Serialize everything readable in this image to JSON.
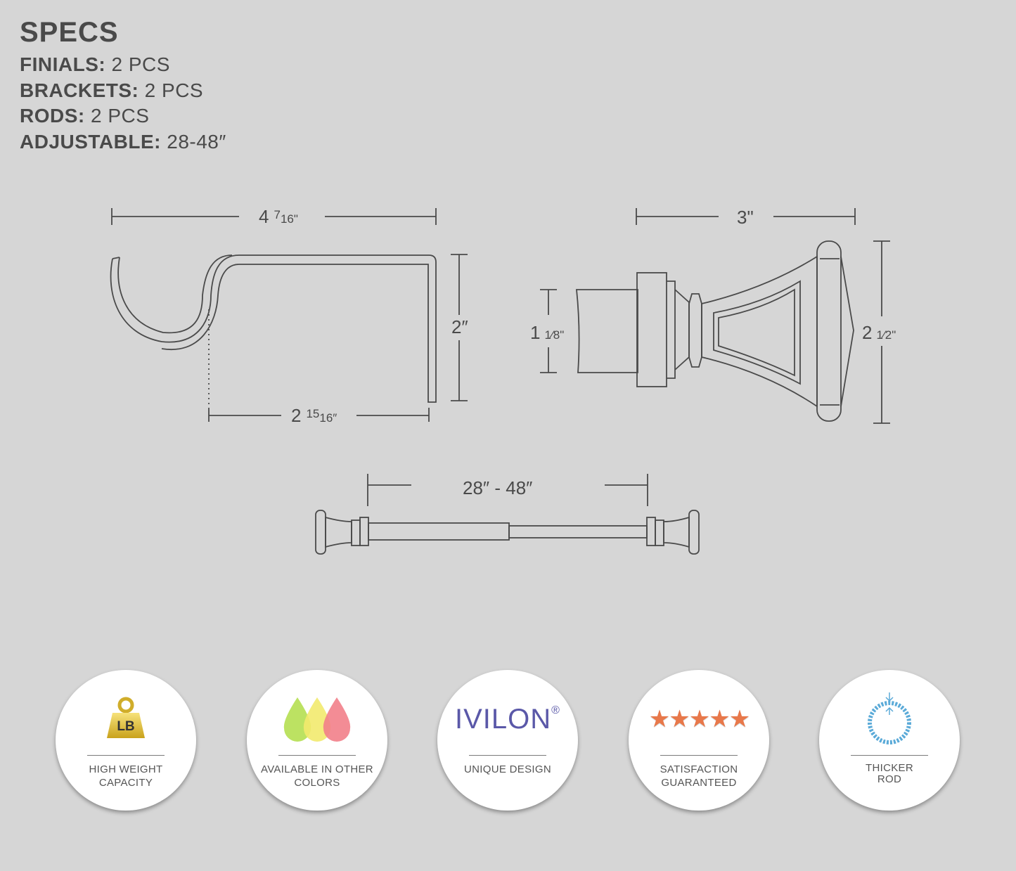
{
  "specs": {
    "title": "SPECS",
    "rows": [
      {
        "key": "FINIALS:",
        "value": " 2 PCS"
      },
      {
        "key": "BRACKETS:",
        "value": " 2 PCS"
      },
      {
        "key": "RODS:",
        "value": " 2 PCS"
      },
      {
        "key": "ADJUSTABLE:",
        "value": " 28-48″"
      }
    ]
  },
  "dimensions": {
    "bracket_width_whole": "4",
    "bracket_width_frac_num": "7",
    "bracket_width_frac_den": "16\"",
    "bracket_height": "2″",
    "bracket_depth_whole": "2",
    "bracket_depth_frac_num": "15",
    "bracket_depth_frac_den": "16″",
    "finial_length": "3\"",
    "finial_rod_whole": "1",
    "finial_rod_frac": "1⁄8\"",
    "finial_height_whole": "2",
    "finial_height_frac": "1⁄2\"",
    "rod_range": "28″ - 48″"
  },
  "badges": [
    {
      "icon": "weight-icon",
      "icon_text": "LB",
      "label": "HIGH WEIGHT CAPACITY"
    },
    {
      "icon": "color-drops-icon",
      "label": "AVAILABLE IN OTHER COLORS"
    },
    {
      "icon": "brand-logo",
      "brand_text": "IVILON",
      "brand_mark": "®",
      "label": "UNIQUE DESIGN"
    },
    {
      "icon": "stars-icon",
      "stars_text": "★★★★★",
      "label": "SATISFACTION GUARANTEED"
    },
    {
      "icon": "rod-ring-icon",
      "label": "THICKER ROD"
    }
  ],
  "colors": {
    "background": "#d6d6d6",
    "line": "#4a4a4a",
    "brand": "#5a58a8",
    "stars": "#e8784a",
    "ring": "#5aaad8"
  }
}
